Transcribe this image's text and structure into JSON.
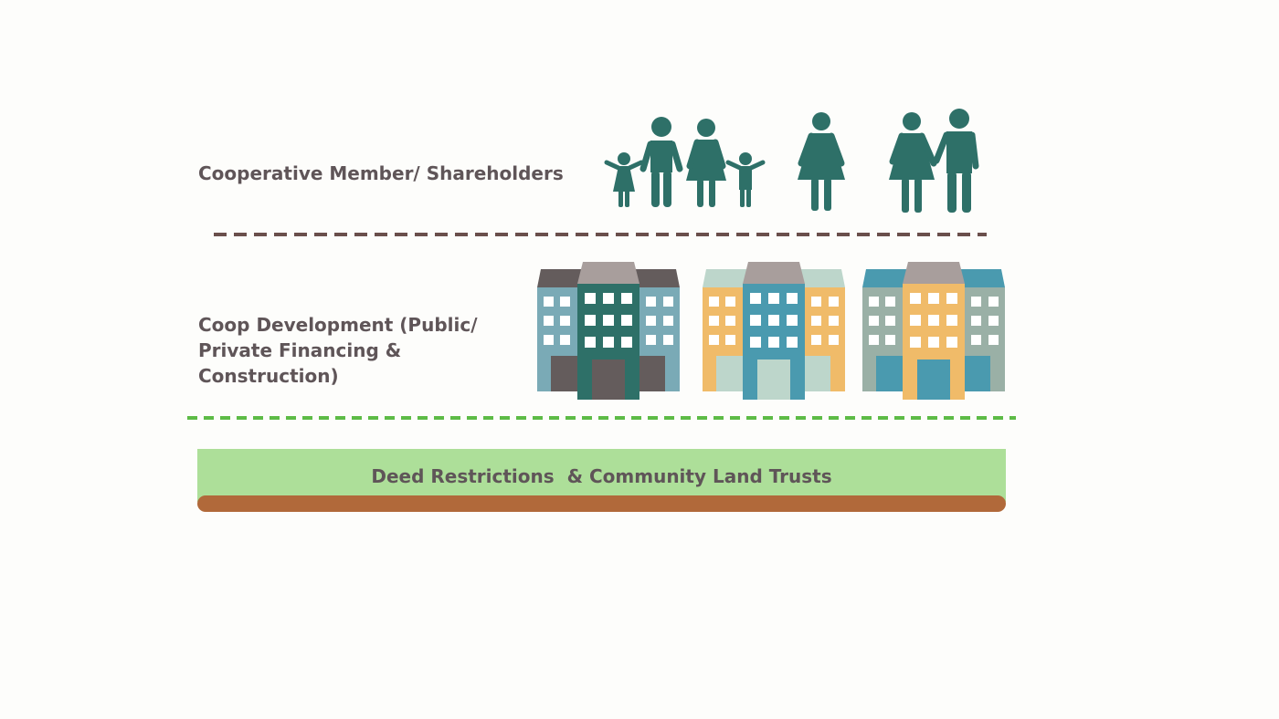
{
  "layers": {
    "members": {
      "label": "Cooperative Member/ Shareholders",
      "icons": [
        "family-icon",
        "woman-icon",
        "couple-icon"
      ]
    },
    "development": {
      "label": "Coop Development (Public/ Private Financing & Construction)",
      "icons": [
        "apartment-buildings-icon",
        "apartment-buildings-icon",
        "apartment-buildings-icon"
      ]
    },
    "foundation": {
      "label": "Deed Restrictions  & Community Land Trusts"
    }
  },
  "colors": {
    "text": "#5f5558",
    "people": "#2e7068",
    "divider_upper": "#6a4f4c",
    "divider_lower": "#5dbb46",
    "foundation_band": "#addf99",
    "foundation_soil": "#b1693a"
  }
}
